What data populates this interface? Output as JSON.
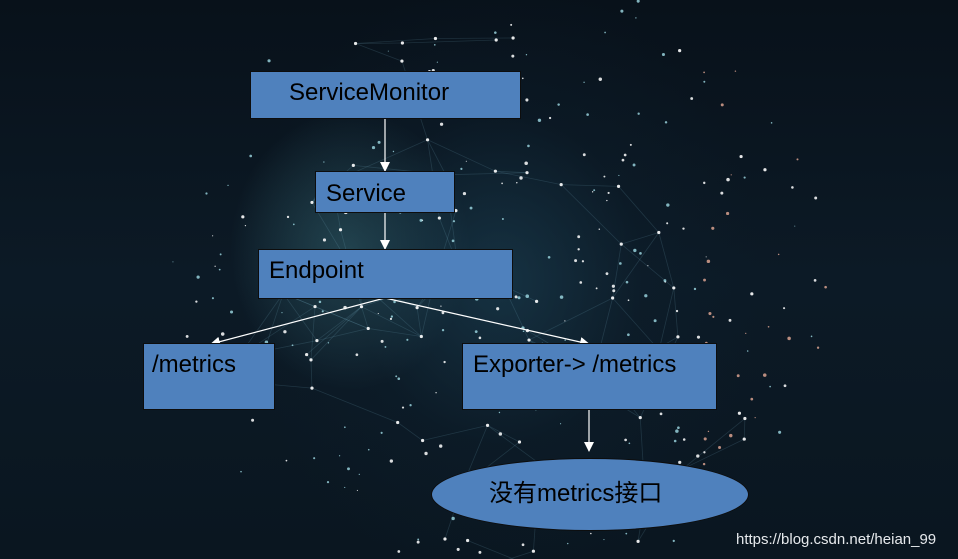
{
  "diagram": {
    "nodes": {
      "service_monitor": "ServiceMonitor",
      "service": "Service",
      "endpoint": "Endpoint",
      "metrics": "/metrics",
      "exporter": "Exporter-> /metrics",
      "no_metrics": "没有metrics接口"
    },
    "edges": [
      {
        "from": "ServiceMonitor",
        "to": "Service"
      },
      {
        "from": "Service",
        "to": "Endpoint"
      },
      {
        "from": "Endpoint",
        "to": "/metrics"
      },
      {
        "from": "Endpoint",
        "to": "Exporter-> /metrics"
      },
      {
        "from": "Exporter-> /metrics",
        "to": "没有metrics接口"
      }
    ],
    "colors": {
      "node_fill": "#4f81bd",
      "node_border": "#0d0d0d",
      "arrow": "#ffffff",
      "background": "#0b1721"
    }
  },
  "watermark": "https://blog.csdn.net/heian_99"
}
